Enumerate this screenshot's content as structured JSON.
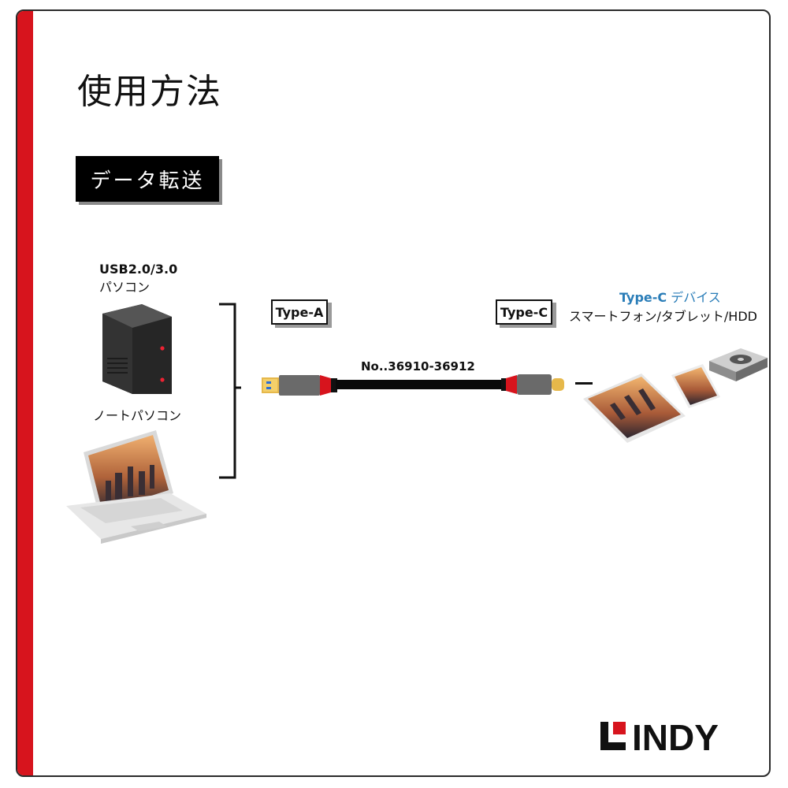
{
  "title": "使用方法",
  "section_label": "データ転送",
  "pc": {
    "spec": "USB2.0/3.0",
    "label": "パソコン"
  },
  "laptop_label": "ノートパソコン",
  "connector_a": "Type-A",
  "connector_c": "Type-C",
  "cable_model": "No..36910-36912",
  "device": {
    "type_prefix": "Type-C",
    "type_suffix": " デバイス",
    "examples": "スマートフォン/タブレット/HDD"
  },
  "logo_text": "LINDY",
  "colors": {
    "accent_red": "#d7141d",
    "device_blue": "#2a7db8",
    "label_bg": "#000000"
  },
  "icons": [
    "desktop-tower-icon",
    "laptop-icon",
    "usb-type-a-plug-icon",
    "usb-type-c-plug-icon",
    "tablet-icon",
    "smartphone-icon",
    "hard-drive-icon",
    "bracket-connector-icon"
  ]
}
